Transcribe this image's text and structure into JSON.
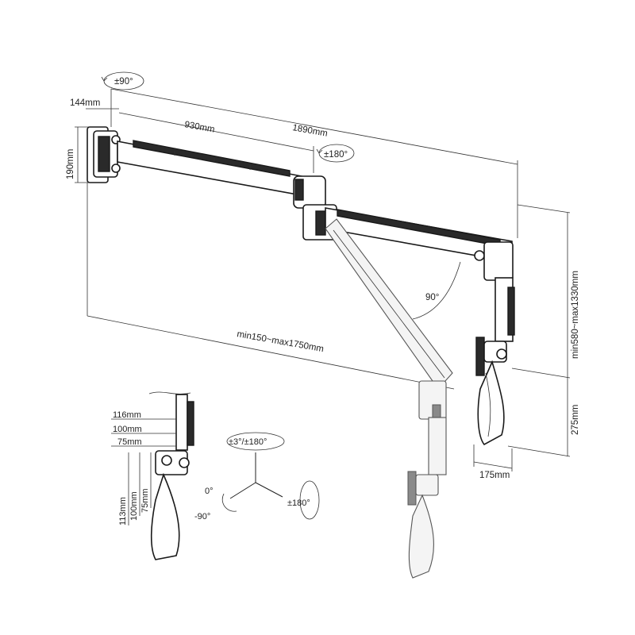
{
  "dimensions": {
    "rotation_top": "±90°",
    "rotation_joint": "±180°",
    "wall_offset": "144mm",
    "inner_arm": "930mm",
    "total_arm": "1890mm",
    "plate_height": "190mm",
    "height_range": "min580~max1330mm",
    "reach_range": "min150~max1750mm",
    "arm_angle": "90°",
    "handle_height": "275mm",
    "handle_depth": "175mm"
  },
  "detail": {
    "offset_1": "116mm",
    "offset_2": "100mm",
    "offset_3": "75mm",
    "vertical_1": "113mm",
    "vertical_2": "100mm",
    "vertical_3": "75mm"
  },
  "axes": {
    "tilt": "±3°/±180°",
    "zero": "0°",
    "minus": "-90°",
    "swivel": "±180°"
  }
}
